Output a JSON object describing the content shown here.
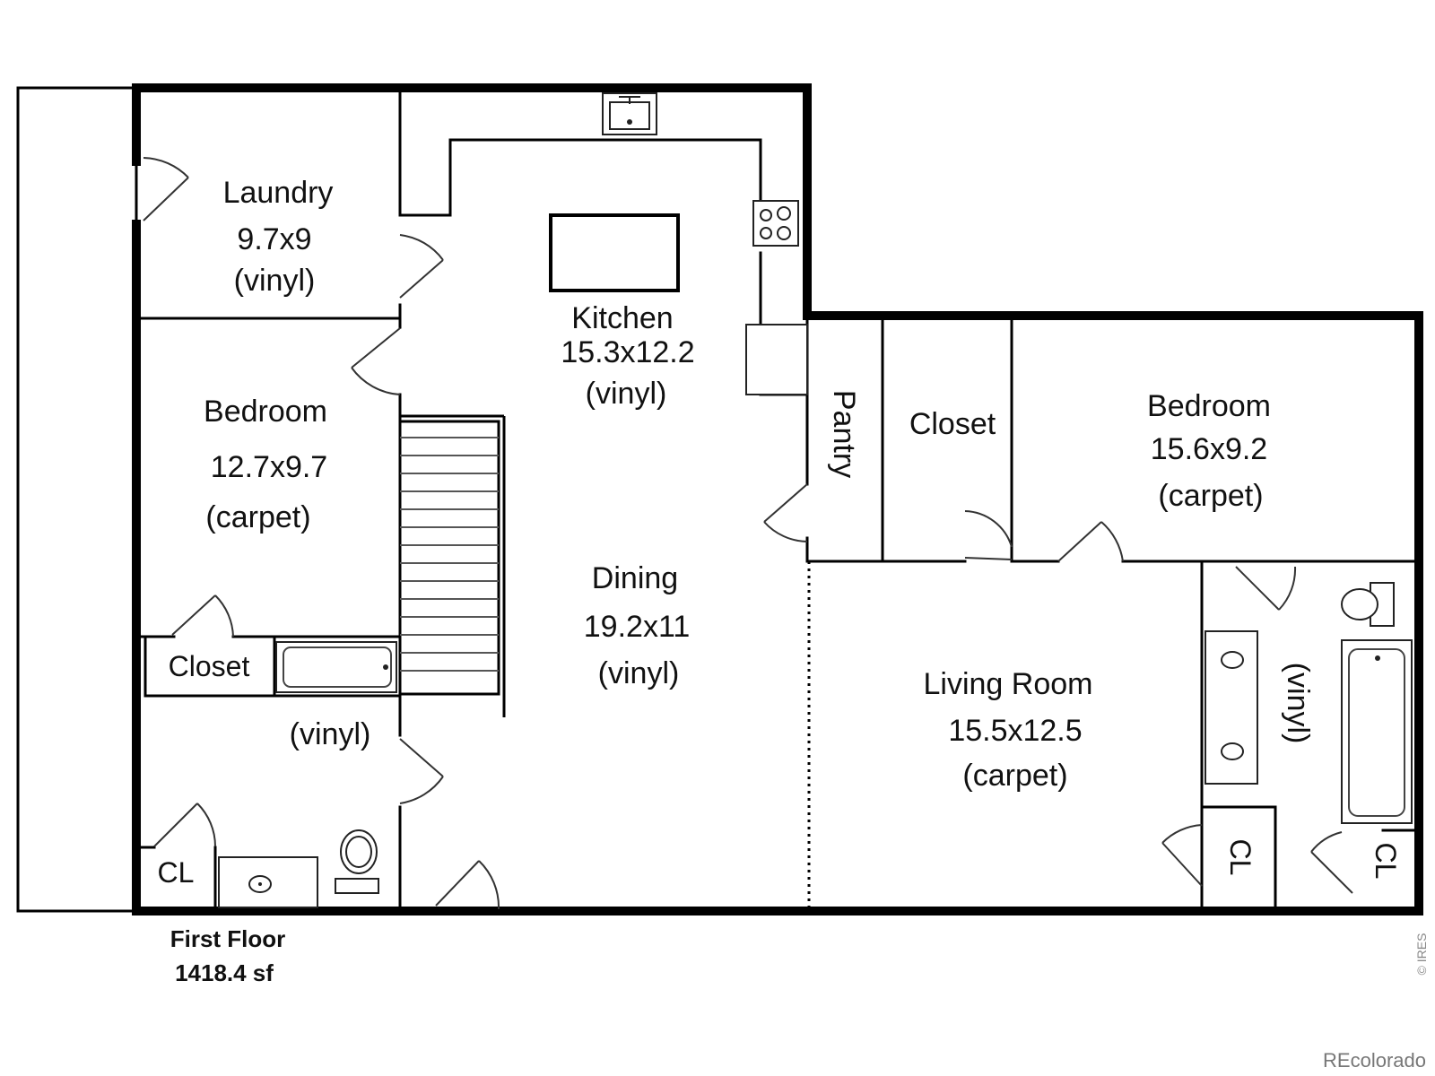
{
  "rooms": {
    "laundry": {
      "name": "Laundry",
      "size": "9.7x9",
      "floor": "(vinyl)"
    },
    "kitchen": {
      "name": "Kitchen",
      "size": "15.3x12.2",
      "floor": "(vinyl)"
    },
    "bedroom_left": {
      "name": "Bedroom",
      "size": "12.7x9.7",
      "floor": "(carpet)"
    },
    "dining": {
      "name": "Dining",
      "size": "19.2x11",
      "floor": "(vinyl)"
    },
    "pantry": {
      "name": "Pantry"
    },
    "closet_right": {
      "name": "Closet"
    },
    "bedroom_right": {
      "name": "Bedroom",
      "size": "15.6x9.2",
      "floor": "(carpet)"
    },
    "living": {
      "name": "Living Room",
      "size": "15.5x12.5",
      "floor": "(carpet)"
    },
    "closet_left": {
      "name": "Closet"
    },
    "bath_left": {
      "floor": "(vinyl)"
    },
    "bath_right": {
      "floor": "(vinyl)"
    },
    "cl_bottom_left": {
      "name": "CL"
    },
    "cl_living": {
      "name": "CL"
    },
    "cl_bath": {
      "name": "CL"
    }
  },
  "caption": {
    "floor_name": "First Floor",
    "area": "1418.4 sf"
  },
  "watermark": {
    "left": "© IRES",
    "right": "REcolorado"
  }
}
